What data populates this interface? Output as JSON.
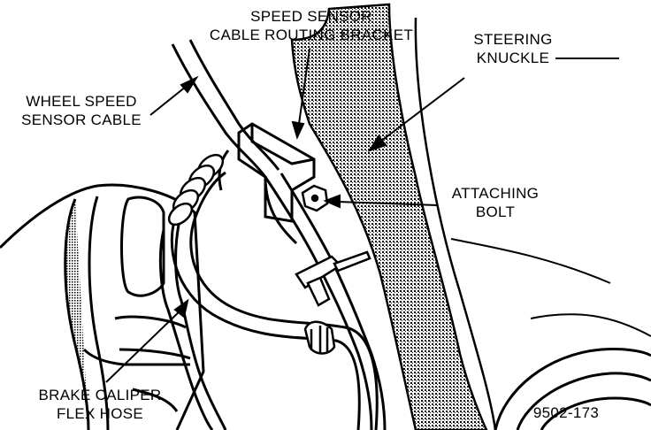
{
  "labels": {
    "speed_sensor_bracket_line1": "SPEED SENSOR",
    "speed_sensor_bracket_line2": "CABLE ROUTING BRACKET",
    "steering_knuckle_line1": "STEERING",
    "steering_knuckle_line2": "KNUCKLE",
    "wheel_speed_cable_line1": "WHEEL SPEED",
    "wheel_speed_cable_line2": "SENSOR CABLE",
    "attaching_bolt_line1": "ATTACHING",
    "attaching_bolt_line2": "BOLT",
    "brake_hose_line1": "BRAKE CALIPER",
    "brake_hose_line2": "FLEX HOSE"
  },
  "figure_id": "9502-173",
  "colors": {
    "ink": "#000000",
    "paper": "#ffffff"
  }
}
